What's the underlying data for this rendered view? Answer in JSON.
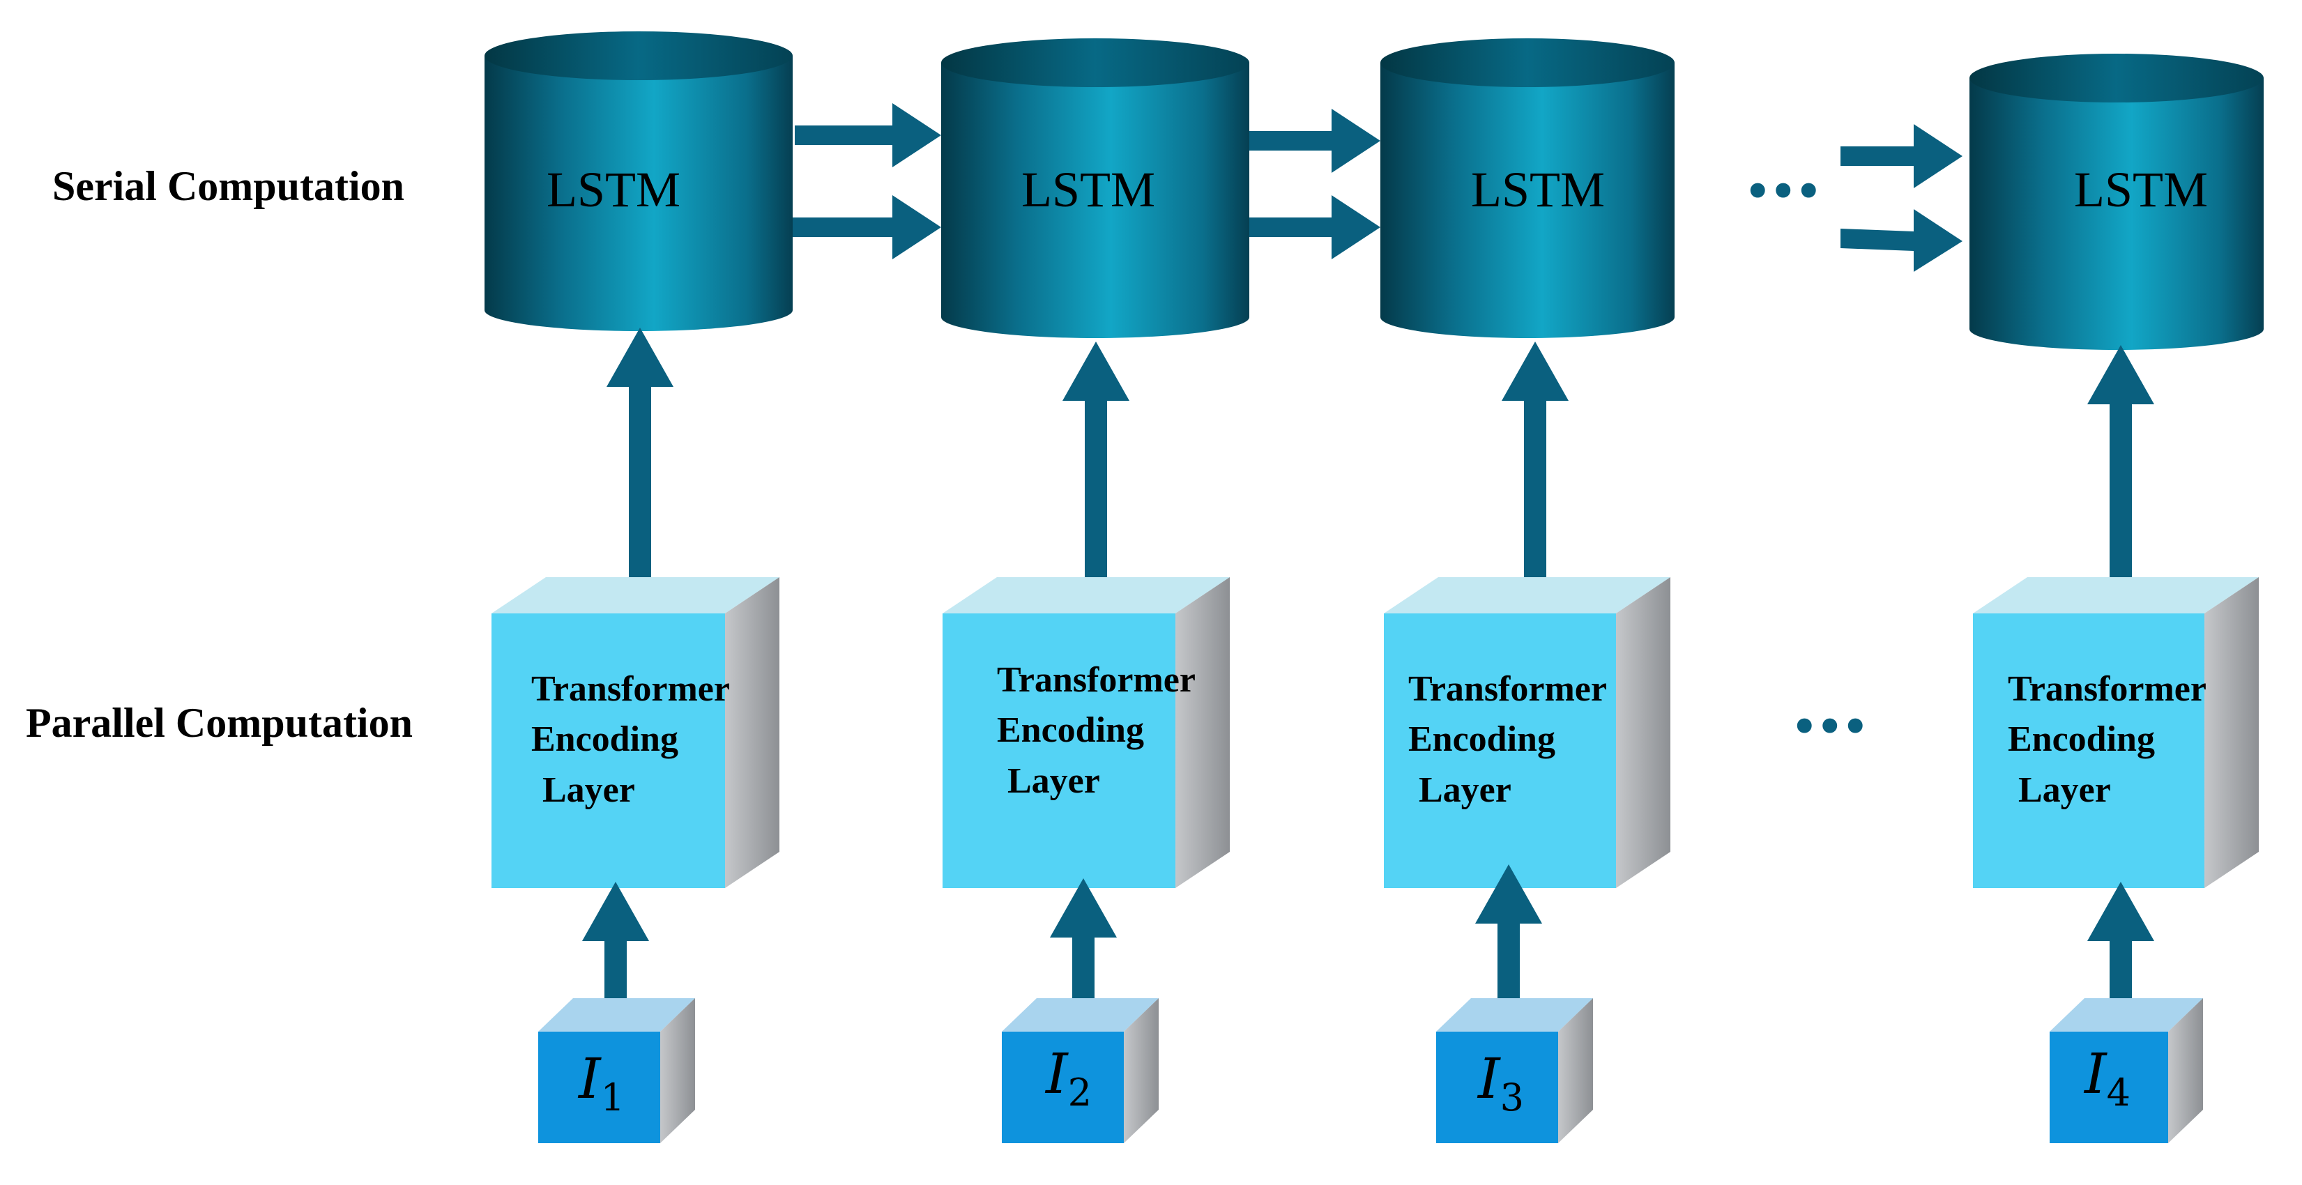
{
  "labels": {
    "serial": "Serial Computation",
    "parallel": "Parallel Computation"
  },
  "ellipsis": "•••",
  "lstm_blocks": [
    {
      "label": "LSTM"
    },
    {
      "label": "LSTM"
    },
    {
      "label": "LSTM"
    },
    {
      "label": "LSTM"
    }
  ],
  "encoder_blocks": [
    {
      "line1": "Transformer",
      "line2": "Encoding",
      "line3": "Layer"
    },
    {
      "line1": "Transformer",
      "line2": "Encoding",
      "line3": "Layer"
    },
    {
      "line1": "Transformer",
      "line2": "Encoding",
      "line3": "Layer"
    },
    {
      "line1": "Transformer",
      "line2": "Encoding",
      "line3": "Layer"
    }
  ],
  "inputs": [
    {
      "symbol": "I",
      "sub": "1"
    },
    {
      "symbol": "I",
      "sub": "2"
    },
    {
      "symbol": "I",
      "sub": "3"
    },
    {
      "symbol": "I",
      "sub": "4"
    }
  ],
  "colors": {
    "arrow": "#0a607f",
    "lstm_dark": "#05485a",
    "lstm_mid": "#0c7f9e",
    "lstm_light": "#12a9c9",
    "encoder_front": "#54d3f5",
    "encoder_top": "#c3e8f2",
    "cube_side": "#a6a9ad",
    "input_front": "#0e93dd",
    "input_top": "#a9d4ee"
  }
}
